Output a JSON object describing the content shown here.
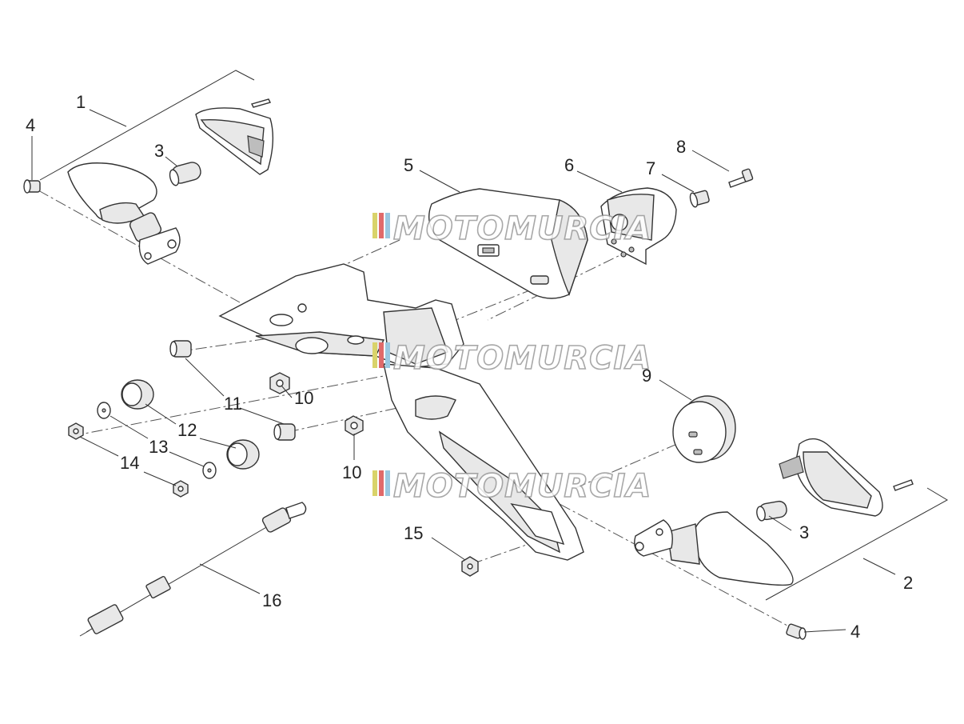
{
  "watermark": "MOTOMURCIA",
  "watermark_colors": [
    "#d9d36a",
    "#e06a6a",
    "#9ac7e0"
  ],
  "callouts": {
    "c1": "1",
    "c2": "2",
    "c3a": "3",
    "c3b": "3",
    "c4a": "4",
    "c4b": "4",
    "c5": "5",
    "c6": "6",
    "c7": "7",
    "c8": "8",
    "c9": "9",
    "c10a": "10",
    "c10b": "10",
    "c11": "11",
    "c12": "12",
    "c13": "13",
    "c14": "14",
    "c15": "15",
    "c16": "16"
  }
}
